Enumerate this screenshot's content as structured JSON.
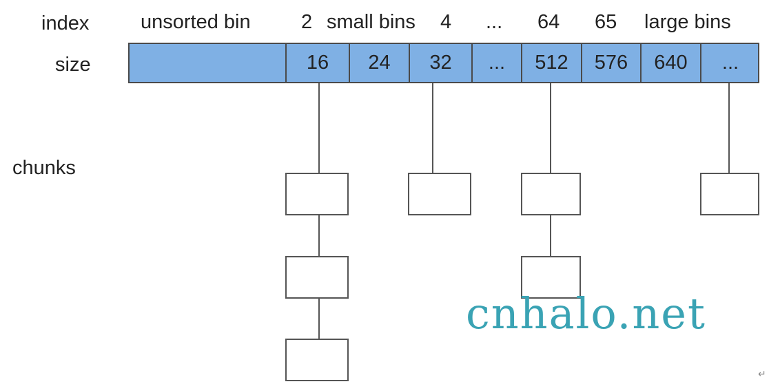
{
  "row_labels": {
    "index": "index",
    "size": "size",
    "chunks": "chunks"
  },
  "headers": {
    "unsorted": "unsorted bin",
    "idx2": "2",
    "small": "small bins",
    "idx4": "4",
    "ellipsis": "...",
    "idx64": "64",
    "idx65": "65",
    "large": "large bins"
  },
  "size_cells": [
    "",
    "16",
    "24",
    "32",
    "...",
    "512",
    "576",
    "640",
    "..."
  ],
  "watermark": "cnhalo.net",
  "colors": {
    "bar_fill": "#7fb0e4",
    "border": "#4a4a4a",
    "watermark": "#3aa3b4"
  }
}
